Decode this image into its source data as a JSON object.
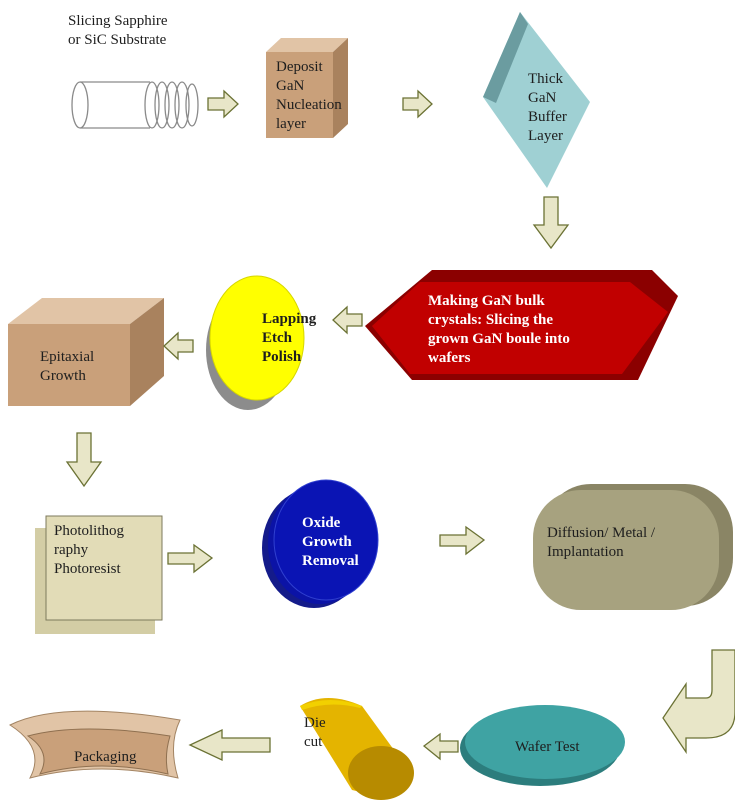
{
  "diagram": {
    "steps": [
      {
        "id": "substrate",
        "text": "Slicing Sapphire\nor SiC Substrate"
      },
      {
        "id": "nucleation",
        "text": "Deposit\nGaN\nNucleation\nlayer"
      },
      {
        "id": "buffer",
        "text": "Thick\nGaN\nBuffer\nLayer"
      },
      {
        "id": "bulk",
        "text": "Making GaN bulk\ncrystals: Slicing the\ngrown GaN boule into\nwafers"
      },
      {
        "id": "lapping",
        "text": "Lapping\nEtch\nPolish"
      },
      {
        "id": "epitaxial",
        "text": "Epitaxial\nGrowth"
      },
      {
        "id": "photolithography",
        "text": "Photolithog\nraphy\nPhotoresist"
      },
      {
        "id": "oxide",
        "text": "Oxide\nGrowth\nRemoval"
      },
      {
        "id": "diffusion",
        "text": "Diffusion/ Metal /\nImplantation"
      },
      {
        "id": "wafer-test",
        "text": "Wafer Test"
      },
      {
        "id": "die-cut",
        "text": "Die\ncut"
      },
      {
        "id": "packaging",
        "text": "Packaging"
      }
    ],
    "colors": {
      "tan": "#c9a07a",
      "tan_dark": "#a9825e",
      "tan_light": "#e1c4a6",
      "teal": "#9fd0d3",
      "teal_dark": "#6b9ca0",
      "red": "#c10000",
      "red_dark": "#8b0000",
      "yellow": "#ffff00",
      "grey_shadow": "#8c8c8c",
      "beige": "#e2dcb7",
      "beige_dark": "#d3cda5",
      "navy": "#0a14b4",
      "olive": "#a7a27f",
      "olive_dark": "#8a8565",
      "sea": "#3fa3a3",
      "sea_dark": "#2c7d7d",
      "gold": "#e4b400",
      "gold_dark": "#b78b00",
      "arrow_fill": "#e8e6c8",
      "arrow_stroke": "#6b7234"
    }
  }
}
